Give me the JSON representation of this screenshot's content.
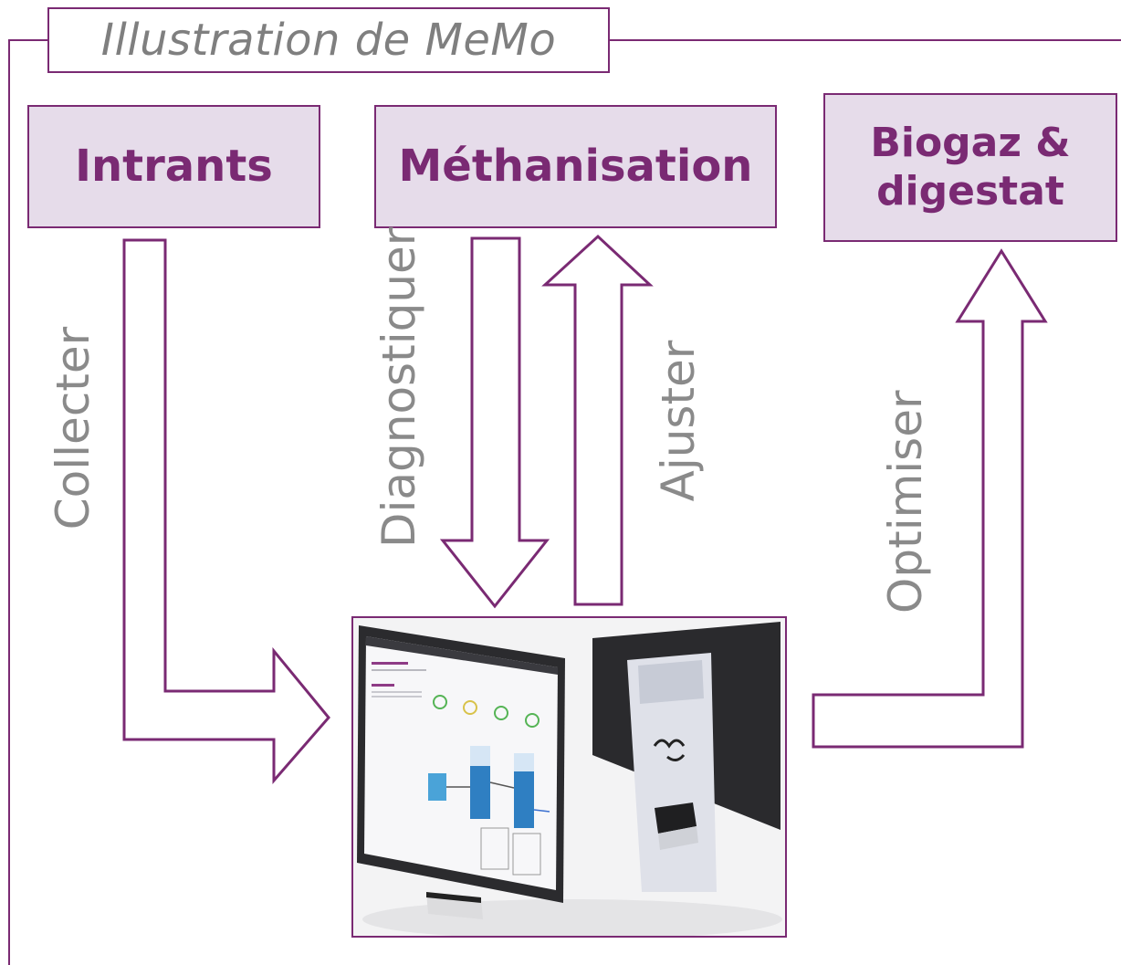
{
  "title": "Illustration de MeMo",
  "stages": {
    "intrants": "Intrants",
    "methanisation": "Méthanisation",
    "biogaz_line1": "Biogaz &",
    "biogaz_line2": "digestat"
  },
  "actions": {
    "collecter": "Collecter",
    "diagnostiquer": "Diagnostiquer",
    "ajuster": "Ajuster",
    "optimiser": "Optimiser"
  },
  "colors": {
    "accent": "#7a2a73",
    "box_fill": "#e6dcea",
    "label_gray": "#8a8a8a"
  },
  "icons": {
    "device": "memo-device-icon",
    "monitor": "monitor-icon",
    "logo": "memo-logo-icon"
  }
}
